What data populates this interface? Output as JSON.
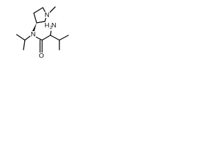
{
  "molecule": {
    "atoms": {
      "n_ring": "N",
      "n_amide": "N",
      "o_carbonyl": "O",
      "nh2_h": "H",
      "nh2_sub": "2",
      "nh2_n": "N"
    },
    "stereo": "wedge"
  },
  "colors": {
    "bond": "#000000",
    "background": "#ffffff"
  }
}
